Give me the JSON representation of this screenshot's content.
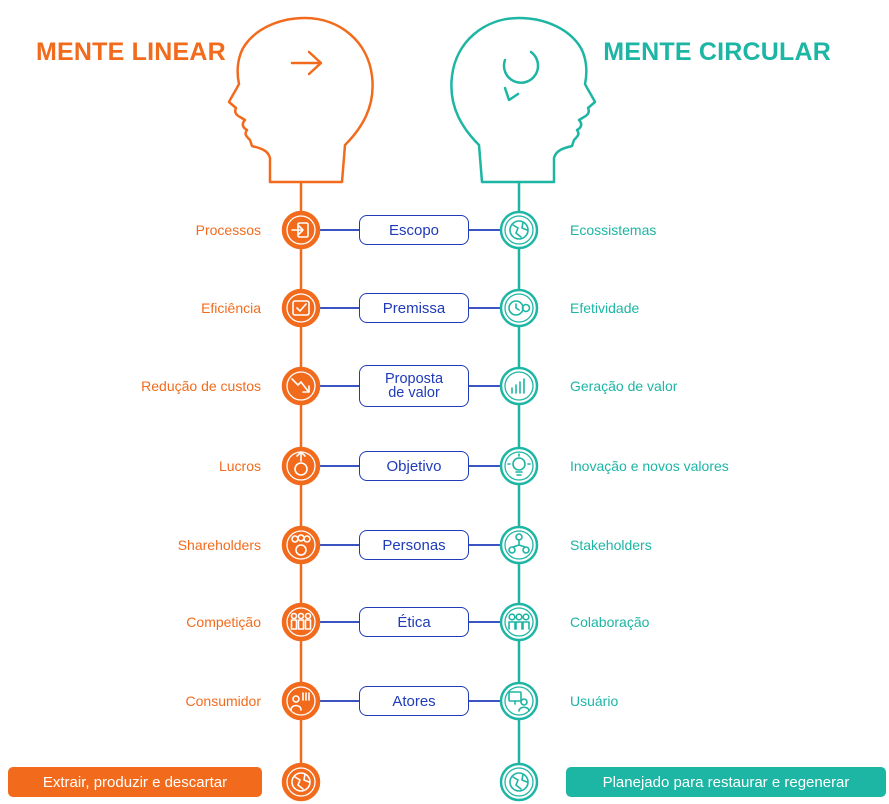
{
  "titles": {
    "linear": "MENTE LINEAR",
    "circular": "MENTE CIRCULAR"
  },
  "colors": {
    "linear": "#f26b1d",
    "circular": "#1db5a4",
    "connector": "#1f3bb8"
  },
  "rows": [
    {
      "left": "Processos",
      "center": "Escopo",
      "right": "Ecossistemas",
      "left_icon": "login-icon",
      "right_icon": "globe-icon"
    },
    {
      "left": "Eficiência",
      "center": "Premissa",
      "right": "Efetividade",
      "left_icon": "checkbox-icon",
      "right_icon": "gear-clock-icon"
    },
    {
      "left": "Redução de custos",
      "center": "Proposta\nde valor",
      "right": "Geração de valor",
      "left_icon": "trend-down-icon",
      "right_icon": "bar-chart-icon"
    },
    {
      "left": "Lucros",
      "center": "Objetivo",
      "right": "Inovação e novos valores",
      "left_icon": "money-up-icon",
      "right_icon": "lightbulb-icon"
    },
    {
      "left": "Shareholders",
      "center": "Personas",
      "right": "Stakeholders",
      "left_icon": "investors-icon",
      "right_icon": "network-people-icon"
    },
    {
      "left": "Competição",
      "center": "Ética",
      "right": "Colaboração",
      "left_icon": "competitors-icon",
      "right_icon": "team-icon"
    },
    {
      "left": "Consumidor",
      "center": "Atores",
      "right": "Usuário",
      "left_icon": "consumer-barcode-icon",
      "right_icon": "user-screen-icon"
    }
  ],
  "footer": {
    "linear": "Extrair, produzir e descartar",
    "circular": "Planejado para restaurar e regenerar",
    "left_icon": "globe-icon",
    "right_icon": "globe-icon"
  }
}
